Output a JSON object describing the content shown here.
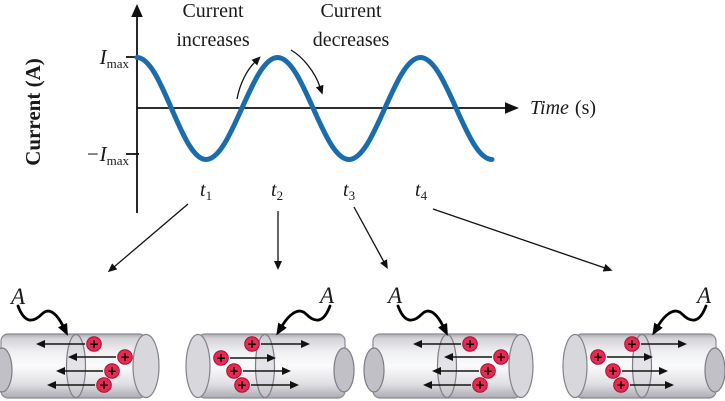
{
  "graph": {
    "y_axis_label": "Current (A)",
    "time_label": {
      "name": "Time",
      "units": "(s)"
    },
    "imax": {
      "base": "I",
      "sub": "max"
    },
    "neg_imax": {
      "base": "−I",
      "sub": "max"
    },
    "increase_annotation": {
      "line1": "Current",
      "line2": "increases"
    },
    "decrease_annotation": {
      "line1": "Current",
      "line2": "decreases"
    },
    "time_points": [
      {
        "base": "t",
        "sub": "1"
      },
      {
        "base": "t",
        "sub": "2"
      },
      {
        "base": "t",
        "sub": "3"
      },
      {
        "base": "t",
        "sub": "4"
      }
    ],
    "wave_color": "#1a6cad",
    "waveform": {
      "type": "sine",
      "starts_at": "I_max",
      "cycles_shown": 2.5,
      "t1": "negative peak",
      "t2": "positive peak",
      "t3": "negative peak",
      "t4": "positive peak"
    }
  },
  "cylinders": [
    {
      "area_label": "A",
      "current_direction": "left"
    },
    {
      "area_label": "A",
      "current_direction": "right"
    },
    {
      "area_label": "A",
      "current_direction": "left"
    },
    {
      "area_label": "A",
      "current_direction": "right"
    }
  ],
  "charge": {
    "symbol": "+",
    "color": "#e62a52"
  }
}
